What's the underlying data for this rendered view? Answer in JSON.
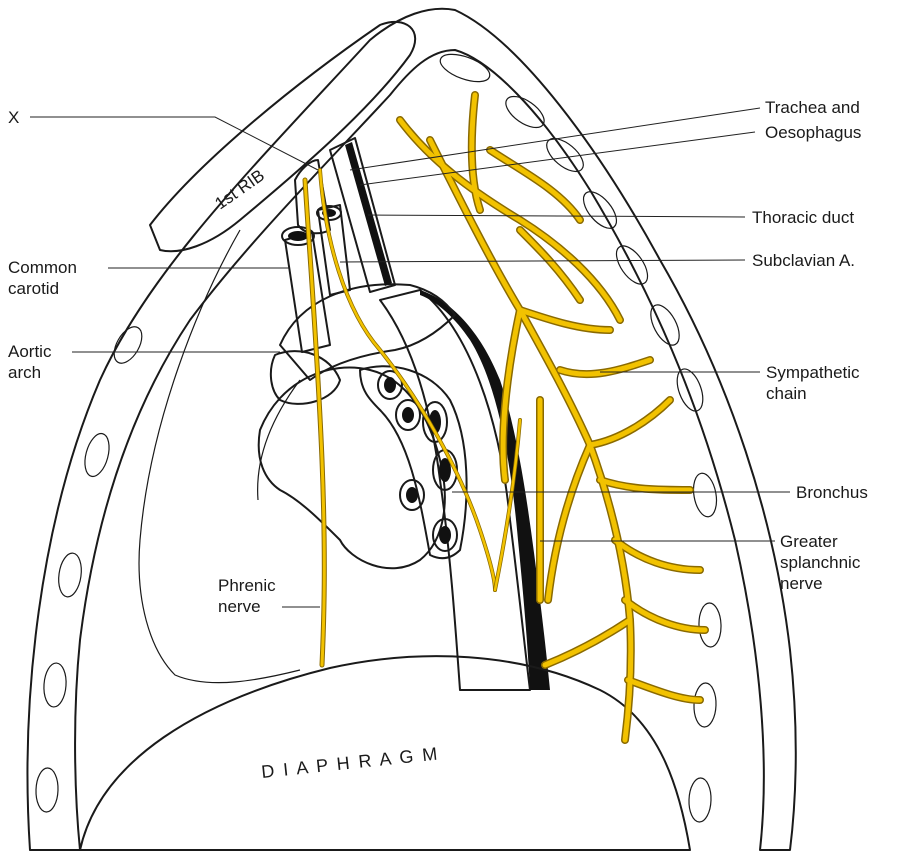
{
  "labels": {
    "x": "X",
    "trachea_line1": "Trachea and",
    "trachea_line2": "Oesophagus",
    "thoracic_duct": "Thoracic duct",
    "subclavian": "Subclavian A.",
    "common_carotid_line1": "Common",
    "common_carotid_line2": "carotid",
    "aortic_arch_line1": "Aortic",
    "aortic_arch_line2": "arch",
    "sympathetic_line1": "Sympathetic",
    "sympathetic_line2": "chain",
    "bronchus": "Bronchus",
    "greater_splanchnic_line1": "Greater",
    "greater_splanchnic_line2": "splanchnic",
    "greater_splanchnic_line3": "nerve",
    "phrenic_line1": "Phrenic",
    "phrenic_line2": "nerve",
    "first_rib": "1st RIB",
    "diaphragm": "D I A P H R A G M"
  },
  "colors": {
    "nerve_yellow": "#f2c200",
    "outline": "#1a1a1a",
    "stipple": "#cfcfcf"
  }
}
